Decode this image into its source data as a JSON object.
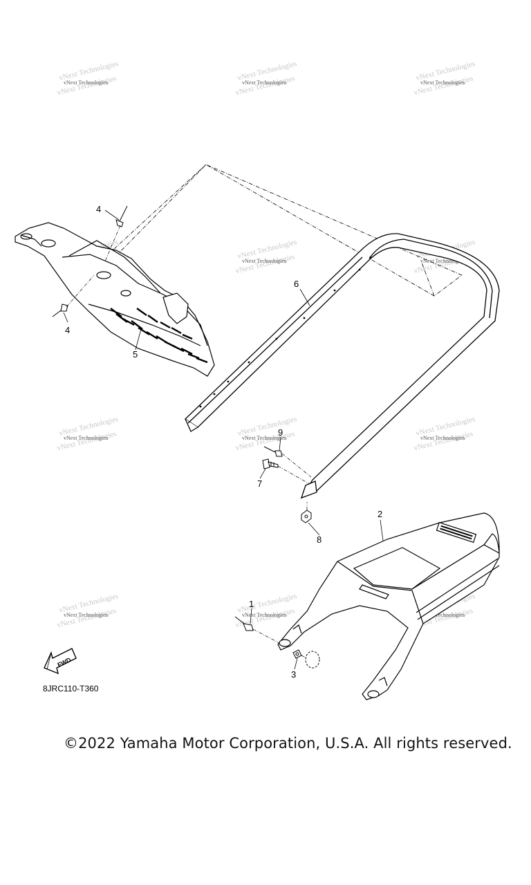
{
  "watermark": {
    "text": "vNext Technologies"
  },
  "callouts": [
    "1",
    "2",
    "3",
    "4",
    "4",
    "5",
    "6",
    "7",
    "8",
    "9"
  ],
  "fwd_label": "FWD",
  "diagram_code": "8JRC110-T360",
  "copyright": "©2022 Yamaha Motor Corporation, U.S.A. All rights reserved."
}
